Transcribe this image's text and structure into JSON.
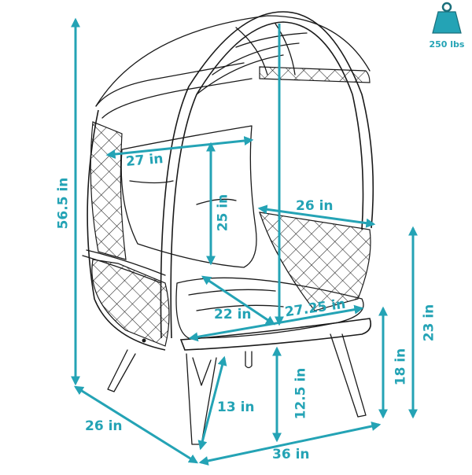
{
  "diagram": {
    "subject": "egg-shaped lattice lounge chair with cushion and canopy",
    "accent_color": "#24a3b5",
    "line_color": "#1a1a1a",
    "background": "#ffffff"
  },
  "weight_capacity": {
    "icon": "weight-icon",
    "label": "250 lbs"
  },
  "dimensions": {
    "overall_height": "56.5 in",
    "back_width": "27 in",
    "backrest_height": "25 in",
    "armrest_width": "26 in",
    "seat_depth": "22 in",
    "seat_width": "27.25 in",
    "arm_height": "23 in",
    "seat_height": "18 in",
    "leg_length": "13 in",
    "ground_clearance": "12.5 in",
    "overall_depth": "26 in",
    "overall_width": "36 in"
  }
}
